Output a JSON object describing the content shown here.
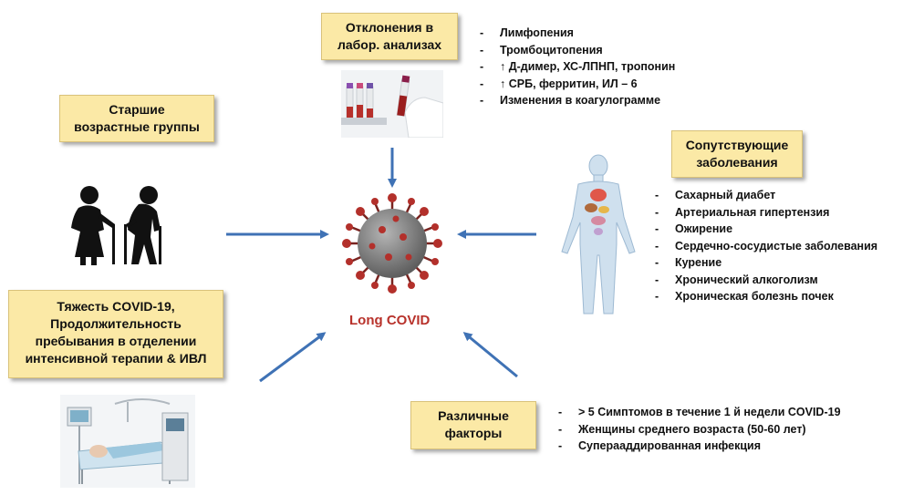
{
  "center": {
    "label": "Long COVID"
  },
  "boxes": {
    "lab": {
      "line1": "Отклонения в",
      "line2": "лабор. анализах"
    },
    "age": {
      "line1": "Старшие",
      "line2": "возрастные группы"
    },
    "comorb": {
      "line1": "Сопутствующие",
      "line2": "заболевания"
    },
    "severity": {
      "line1": "Тяжесть COVID-19,",
      "line2": "Продолжительность",
      "line3": "пребывания в отделении",
      "line4": "интенсивной терапии & ИВЛ"
    },
    "various": {
      "line1": "Различные",
      "line2": "факторы"
    }
  },
  "lists": {
    "lab": [
      "Лимфопения",
      "Тромбоцитопения",
      "↑ Д-димер, ХС-ЛПНП, тропонин",
      "↑ СРБ, ферритин, ИЛ – 6",
      "Изменения в коагулограмме"
    ],
    "comorb": [
      "Сахарный диабет",
      "Артериальная гипертензия",
      "Ожирение",
      "Сердечно-сосудистые заболевания",
      "Курение",
      "Хронический алкоголизм",
      "Хроническая болезнь почек"
    ],
    "various": [
      "> 5 Симптомов в течение 1 й недели COVID-19",
      "Женщины среднего возраста (50-60 лет)",
      "Суперааддированная инфекция"
    ]
  },
  "colors": {
    "box_fill": "#fbe9a6",
    "arrow": "#3f72b5",
    "center_text": "#b8322b",
    "virus_body": "#8a8a8a",
    "virus_spike": "#b3302b"
  },
  "icons": [
    "elderly-couple-icon",
    "virus-icon",
    "human-body-icon",
    "lab-tubes-icon",
    "icu-bed-icon"
  ]
}
